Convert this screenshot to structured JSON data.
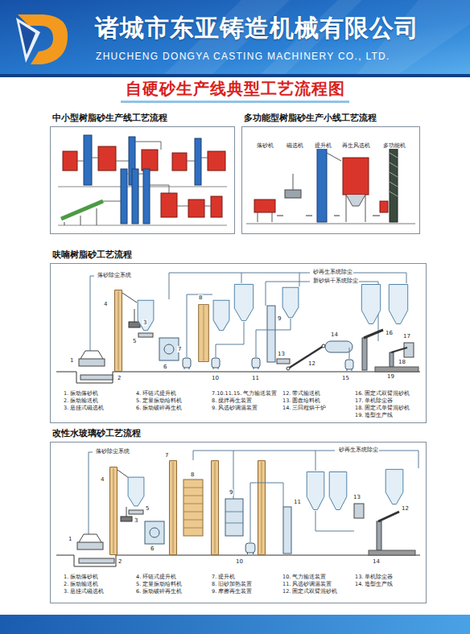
{
  "diagram": {
    "title": "自硬砂生产线典型工艺流程图",
    "nodes": [
      {
        "text": [
          "诸城市东亚铸造机械有限公司",
          "ZHUCHENG DONGYA CASTING MACHINERY CO., LTD."
        ]
      },
      {
        "text": [
          "中小型树脂砂生产线工艺流程"
        ]
      },
      {
        "text": [
          "多功能型树脂砂生产小线工艺流程"
        ]
      },
      {
        "text": [
          "落砂机"
        ],
        "in": 2
      },
      {
        "text": [
          "磁选机"
        ],
        "in": 2
      },
      {
        "text": [
          "提升机"
        ],
        "in": 2
      },
      {
        "text": [
          "再生风选机"
        ],
        "in": 2
      },
      {
        "text": [
          "多功能机"
        ],
        "in": 2
      },
      {
        "text": [
          "呋喃树脂砂工艺流程"
        ]
      },
      {
        "text": [
          "改性水玻璃砂工艺流程"
        ]
      }
    ],
    "edges": [
      {
        "from": 3,
        "to": 4,
        "arrow": "none"
      },
      {
        "from": 4,
        "to": 5,
        "arrow": "none"
      },
      {
        "from": 5,
        "to": 6,
        "arrow": "none"
      },
      {
        "from": 6,
        "to": 7,
        "arrow": "none"
      }
    ],
    "labels": [
      "落砂除尘系统",
      "砂再生系统除尘",
      "新砂烘干系统除尘",
      "1",
      "2",
      "3",
      "4",
      "5",
      "6",
      "7",
      "8",
      "9",
      "10",
      "11",
      "12",
      "13",
      "14",
      "15",
      "16",
      "17",
      "18",
      "19",
      "1. 振动落砂机",
      "2. 振动输送机",
      "3. 悬挂式磁选机",
      "4. 环链式提升机",
      "5. 定量振动给料机",
      "6. 振动破碎再生机",
      "7.10.11.15. 气力输送装置",
      "8. 搅拌再生装置",
      "9. 风选砂调温装置",
      "12. 带式输送机",
      "13. 圆盘给料机",
      "14. 三回程烘干炉",
      "16. 固定式双臂混砂机",
      "17. 单机除尘器",
      "18. 固定式单臂混砂机",
      "19. 造型生产线",
      "落砂除尘系统",
      "砂再生系统除尘",
      "1",
      "2",
      "3",
      "4",
      "5",
      "6",
      "7",
      "8",
      "9",
      "10",
      "11",
      "12",
      "13",
      "14",
      "1. 振动落砂机",
      "2. 振动输送机",
      "3. 悬挂式磁选机",
      "4. 环链式提升机",
      "5. 定量振动给料机",
      "6. 振动破碎再生机",
      "7. 提升机",
      "8. 旧砂加热装置",
      "9. 摩擦再生装置",
      "10. 气力输送装置",
      "11. 风选砂调温装置",
      "12. 固定式双臂混砂机",
      "13. 单机除尘器",
      "14. 造型生产线"
    ]
  }
}
